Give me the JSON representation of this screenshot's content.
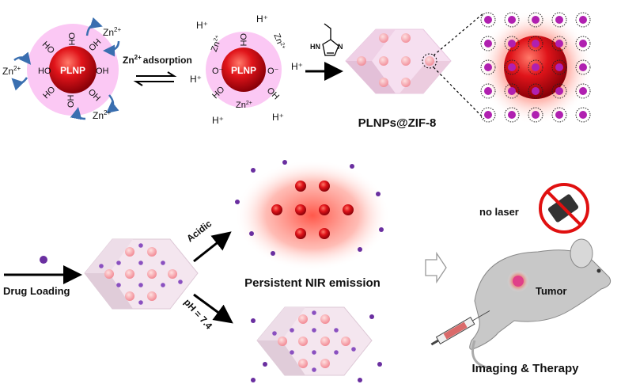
{
  "top": {
    "particle_label": "PLNP",
    "zn_label": "Zn",
    "zn_charge": "2+",
    "hydroxyl": "OH",
    "hydroxyl_rev": "HO",
    "oxide": "O⁻",
    "proton": "H⁺",
    "adsorption_label": "adsorption",
    "imidazole_nh": "HN",
    "imidazole_n": "N",
    "product_label": "PLNPs@ZIF-8"
  },
  "bottom": {
    "drug_loading": "Drug Loading",
    "acidic": "Acidic",
    "neutral": "pH = 7.4",
    "emission": "Persistent NIR emission",
    "no_laser": "no laser",
    "tumor": "Tumor",
    "outcome": "Imaging & Therapy"
  },
  "colors": {
    "particle": "#e0141a",
    "shell": "#fbc8f4",
    "arrow_blue": "#3a6fb0",
    "drug": "#6a2fa0",
    "zif_node": "#c020c0"
  }
}
